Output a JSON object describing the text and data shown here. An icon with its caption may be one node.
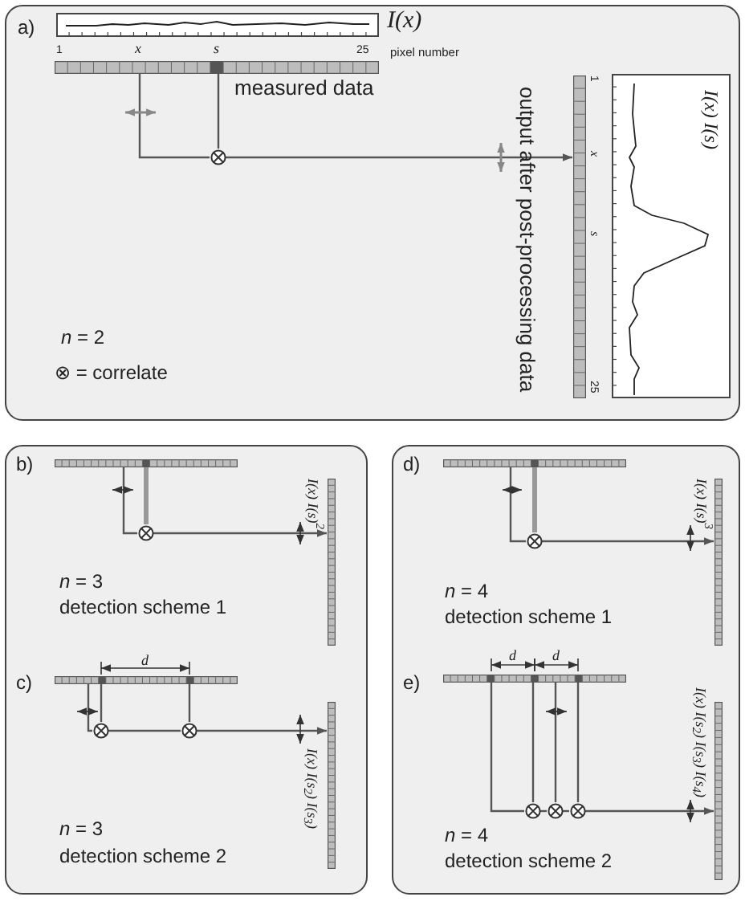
{
  "diagram": {
    "nodes": [
      {
        "text": [
          "a)"
        ]
      },
      {
        "text": [],
        "shape": "bar",
        "in": 0
      },
      {
        "text": [],
        "shape": "circle",
        "in": 0
      },
      {
        "text": [],
        "shape": "bar",
        "in": 0
      },
      {
        "text": [
          "b)",
          "c)"
        ]
      },
      {
        "text": [],
        "shape": "bar",
        "in": 4
      },
      {
        "text": [],
        "shape": "circle",
        "in": 4
      },
      {
        "text": [],
        "shape": "bar",
        "in": 4
      },
      {
        "text": [],
        "shape": "bar",
        "in": 4
      },
      {
        "text": [],
        "shape": "circle",
        "in": 4
      },
      {
        "text": [],
        "shape": "circle",
        "in": 4
      },
      {
        "text": [],
        "shape": "bar",
        "in": 4
      },
      {
        "text": [
          "d)",
          "e)"
        ]
      },
      {
        "text": [],
        "shape": "bar",
        "in": 12
      },
      {
        "text": [],
        "shape": "circle",
        "in": 12
      },
      {
        "text": [],
        "shape": "bar",
        "in": 12
      },
      {
        "text": [],
        "shape": "bar",
        "in": 12
      },
      {
        "text": [],
        "shape": "circle",
        "in": 12
      },
      {
        "text": [],
        "shape": "circle",
        "in": 12
      },
      {
        "text": [],
        "shape": "circle",
        "in": 12
      },
      {
        "text": [],
        "shape": "bar",
        "in": 12
      }
    ],
    "edges": [
      {
        "from": 1,
        "to": 2,
        "arrow": "none"
      },
      {
        "from": 1,
        "to": 2,
        "arrow": "none"
      },
      {
        "from": 2,
        "to": 3,
        "arrow": "to"
      },
      {
        "from": 5,
        "to": 6,
        "arrow": "none"
      },
      {
        "from": 5,
        "to": 6,
        "arrow": "none",
        "style": "thick",
        "color": "#999999"
      },
      {
        "from": 6,
        "to": 7,
        "arrow": "to"
      },
      {
        "from": 8,
        "to": 9,
        "arrow": "none"
      },
      {
        "from": 8,
        "to": 9,
        "arrow": "none"
      },
      {
        "from": 8,
        "to": 10,
        "arrow": "none"
      },
      {
        "from": 9,
        "to": 10,
        "arrow": "none"
      },
      {
        "from": 10,
        "to": 11,
        "arrow": "to"
      },
      {
        "from": 13,
        "to": 14,
        "arrow": "none"
      },
      {
        "from": 13,
        "to": 14,
        "arrow": "none",
        "style": "thick",
        "color": "#999999"
      },
      {
        "from": 14,
        "to": 15,
        "arrow": "to"
      },
      {
        "from": 16,
        "to": 17,
        "arrow": "none"
      },
      {
        "from": 16,
        "to": 17,
        "arrow": "none"
      },
      {
        "from": 16,
        "to": 18,
        "arrow": "none"
      },
      {
        "from": 16,
        "to": 19,
        "arrow": "none"
      },
      {
        "from": 17,
        "to": 18,
        "arrow": "none"
      },
      {
        "from": 18,
        "to": 19,
        "arrow": "none"
      },
      {
        "from": 19,
        "to": 20,
        "arrow": "to"
      }
    ],
    "labels": [
      "I(x)",
      "1",
      "x",
      "s",
      "25",
      "pixel number",
      "measured data",
      "output after post-processing data",
      "1",
      "x",
      "s",
      "25",
      "I(x) I(s)",
      "*n* = 2",
      "⊗ = correlate",
      "I(x) I(s)$^{2}$",
      "*n* = 3",
      "detection scheme 1",
      "d",
      "I(x) I(s$_{2}$) I(s$_{3}$)",
      "*n* = 3",
      "detection scheme 2",
      "I(x) I(s)$^{3}$",
      "*n* = 4",
      "detection scheme 1",
      "d",
      "d",
      "I(x) I(s$_{2}$) I(s$_{3}$) I(s$_{4}$)",
      "*n* = 4",
      "detection scheme 2"
    ]
  }
}
